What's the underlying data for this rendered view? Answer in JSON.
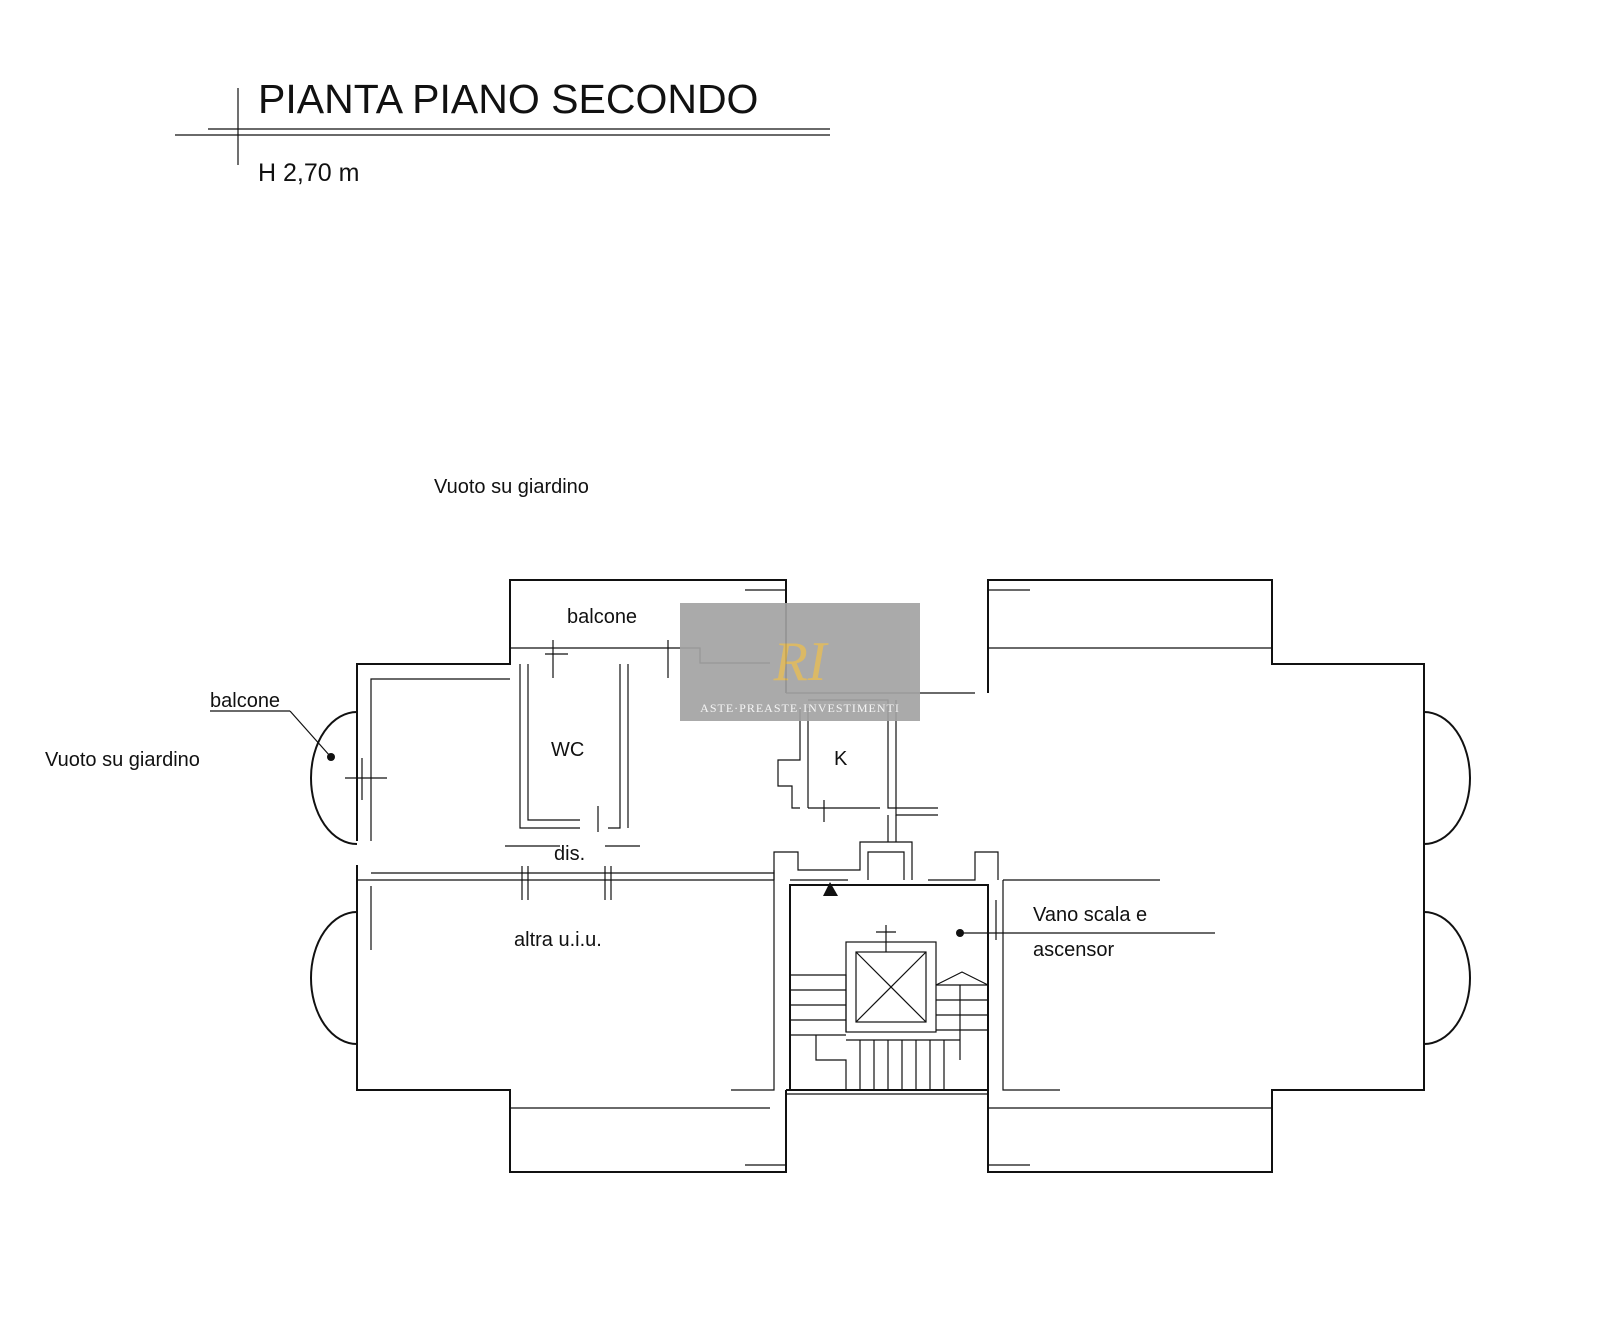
{
  "title": "PIANTA PIANO SECONDO",
  "height_label": "H 2,70 m",
  "labels": {
    "vuoto_top": "Vuoto su giardino",
    "vuoto_left": "Vuoto su giardino",
    "balcone_left": "balcone",
    "balcone_top": "balcone",
    "wc": "WC",
    "k": "K",
    "dis": "dis.",
    "altra": "altra u.i.u.",
    "vano_line1": "Vano scala e",
    "vano_line2": "ascensor"
  },
  "watermark": {
    "text": "ASTE·PREASTE·INVESTIMENTI",
    "logo_letters": "RI",
    "bg_color": "#a3a3a3",
    "logo_color": "#d9b45a"
  }
}
